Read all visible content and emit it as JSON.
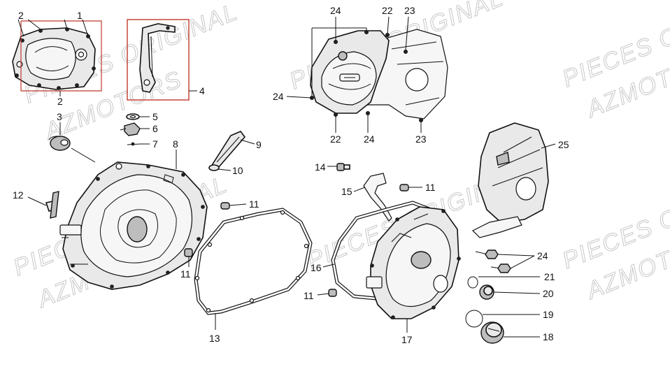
{
  "watermarks": [
    "PIECES ORIGINAL",
    "AZMOTORS"
  ],
  "callouts": {
    "c1": "1",
    "c2a": "2",
    "c2b": "2",
    "c3": "3",
    "c4": "4",
    "c5": "5",
    "c6": "6",
    "c7": "7",
    "c8": "8",
    "c9": "9",
    "c10": "10",
    "c11a": "11",
    "c11b": "11",
    "c11c": "11",
    "c11d": "11",
    "c12": "12",
    "c13": "13",
    "c14": "14",
    "c15": "15",
    "c16": "16",
    "c17": "17",
    "c18": "18",
    "c19": "19",
    "c20": "20",
    "c21": "21",
    "c22a": "22",
    "c22b": "22",
    "c23a": "23",
    "c23b": "23",
    "c24a": "24",
    "c24b": "24",
    "c24c": "24",
    "c24d": "24",
    "c25": "25"
  },
  "colors": {
    "ink": "#111111",
    "accent": "#c0392b",
    "watermark": "#c8c8c8"
  }
}
